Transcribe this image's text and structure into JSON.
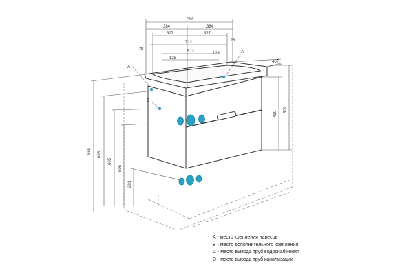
{
  "dimensions": {
    "overall_width": "792",
    "half_left": "384",
    "half_right": "384",
    "left_327": "327",
    "right_327": "327",
    "span_712": "712",
    "edge_left_28": "28",
    "edge_right_28": "28",
    "span_512": "512",
    "left_128": "128",
    "right_128": "128",
    "depth": "467",
    "height_total": "859",
    "height_695": "695",
    "height_605": "605",
    "height_505": "505",
    "height_281": "281",
    "height_430": "430",
    "height_509": "509"
  },
  "markers": {
    "A": "A",
    "B": "B",
    "A_right": "A"
  },
  "colors": {
    "line": "#333333",
    "dimension_line": "#555555",
    "marker_fill": "#27a3c4",
    "marker_stroke": "#1a7fa0"
  },
  "legend": [
    "A - место крепления навесов",
    "B - место дополнительного крепления",
    "C - место вывода труб водоснабжения",
    "D - место вывода труб канализации"
  ]
}
